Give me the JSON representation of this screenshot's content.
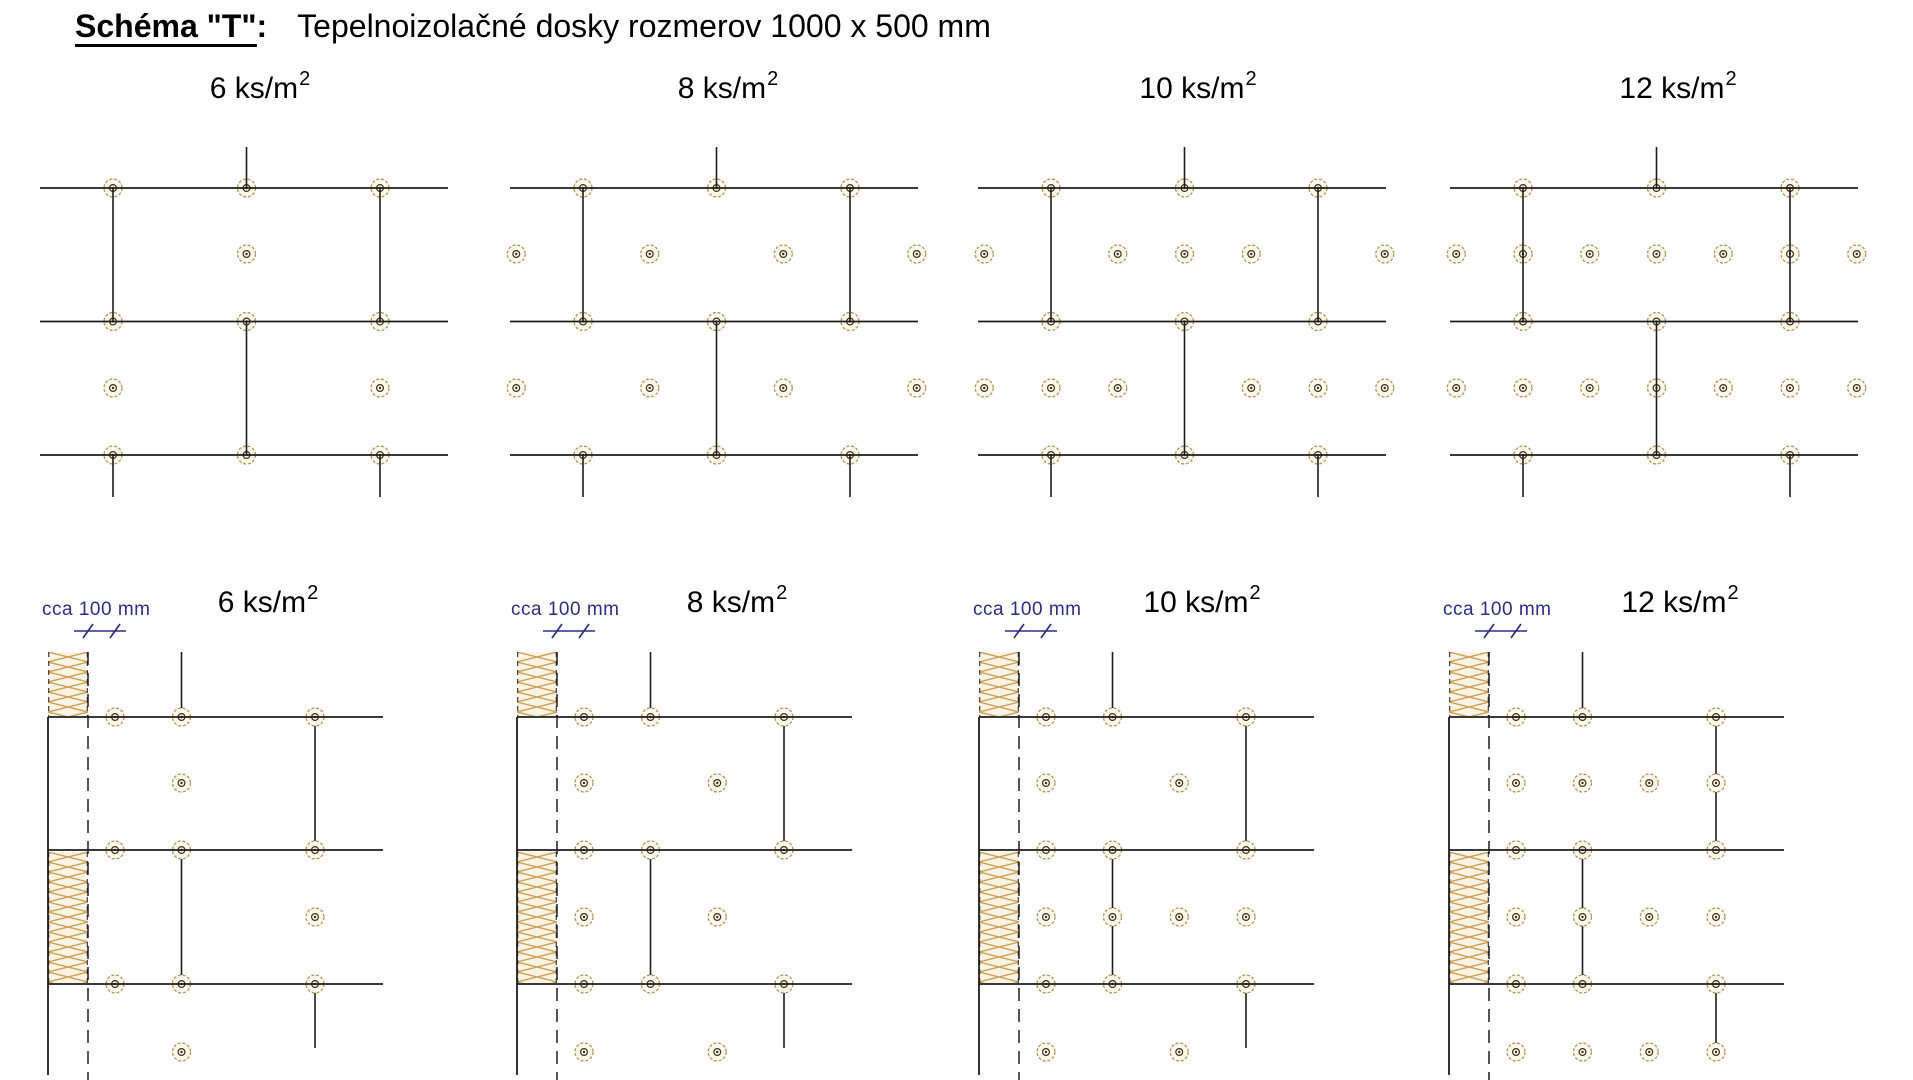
{
  "title": {
    "scheme_label": "Schéma \"T\"",
    "separator": ":",
    "description": "Tepelnoizolačné dosky rozmerov 1000 x 500 mm"
  },
  "top_row": {
    "diagrams": [
      {
        "label_base": "6 ks/m",
        "label_sup": "2",
        "scheme": "6"
      },
      {
        "label_base": "8 ks/m",
        "label_sup": "2",
        "scheme": "8"
      },
      {
        "label_base": "10 ks/m",
        "label_sup": "2",
        "scheme": "10"
      },
      {
        "label_base": "12 ks/m",
        "label_sup": "2",
        "scheme": "12"
      }
    ]
  },
  "bottom_row": {
    "diagrams": [
      {
        "label_base": "6 ks/m",
        "label_sup": "2",
        "scheme": "6",
        "note": "cca 100 mm"
      },
      {
        "label_base": "8 ks/m",
        "label_sup": "2",
        "scheme": "8",
        "note": "cca 100 mm"
      },
      {
        "label_base": "10 ks/m",
        "label_sup": "2",
        "scheme": "10",
        "note": "cca 100 mm"
      },
      {
        "label_base": "12 ks/m",
        "label_sup": "2",
        "scheme": "12",
        "note": "cca 100 mm"
      }
    ]
  },
  "patterns": {
    "top": {
      "6": {
        "row1": [
          3
        ],
        "row2": [
          1,
          5
        ]
      },
      "8": {
        "row1": [
          0,
          2,
          4,
          6
        ],
        "row2": [
          0,
          2,
          4,
          6
        ]
      },
      "10": {
        "row1": [
          0,
          2,
          3,
          4,
          6
        ],
        "row2": [
          0,
          1,
          2,
          4,
          5,
          6
        ]
      },
      "12": {
        "row1": [
          0,
          1,
          2,
          3,
          4,
          5,
          6
        ],
        "row2": [
          0,
          1,
          2,
          3,
          4,
          5,
          6
        ]
      }
    },
    "bottom": {
      "6": {
        "rows": [
          [
            1
          ],
          [
            3
          ],
          [
            1
          ]
        ]
      },
      "8": {
        "rows": [
          [
            0,
            2
          ],
          [
            0,
            2
          ],
          [
            0,
            2
          ]
        ]
      },
      "10": {
        "rows": [
          [
            0,
            2
          ],
          [
            0,
            1,
            2,
            3
          ],
          [
            0,
            2
          ]
        ]
      },
      "12": {
        "rows": [
          [
            0,
            1,
            2,
            3
          ],
          [
            0,
            1,
            2,
            3
          ],
          [
            0,
            1,
            2,
            3
          ]
        ]
      }
    }
  },
  "colors": {
    "line": "#1d1d1d",
    "anchor_ring": "#b6925c",
    "anchor_core": "#3c2f16",
    "anchor_fill": "#fdf8ec",
    "hatch": "#cda159",
    "hatch_fill": "#fbf4e4",
    "hatch_edge": "#3a3a3a",
    "dimension": "#2d2d85"
  }
}
